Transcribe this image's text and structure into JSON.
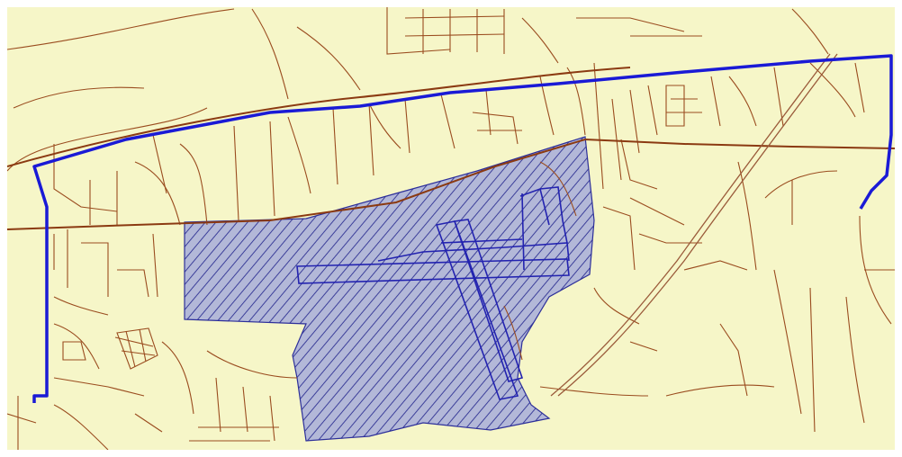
{
  "map": {
    "colors": {
      "background": "#f6f6c8",
      "street": "#9a4c1f",
      "arterial": "#8b3a12",
      "route": "#1a1ad6",
      "airport_fill": "#b3b8d8",
      "airport_hatch": "#3c3f9a",
      "airport_outline": "#2d2f9a",
      "runway": "#2323b0",
      "railway": "#9a5a3a"
    },
    "layers": [
      {
        "name": "streets",
        "visible": true
      },
      {
        "name": "arterials",
        "visible": true
      },
      {
        "name": "railway",
        "visible": true
      },
      {
        "name": "airport-area",
        "visible": true
      },
      {
        "name": "runways",
        "visible": true
      },
      {
        "name": "route",
        "visible": true
      }
    ]
  }
}
